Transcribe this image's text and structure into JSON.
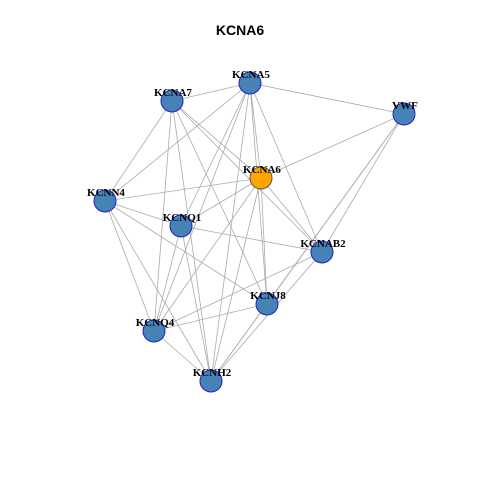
{
  "title": "KCNA6",
  "colors": {
    "default_node_fill": "#4682B4",
    "default_node_stroke": "#1F1FCC",
    "center_node_fill": "#FFA500",
    "center_node_stroke": "#555555",
    "edge": "#AAAAAA"
  },
  "nodes": [
    {
      "id": "KCNA5",
      "label": "KCNA5",
      "highlight": false
    },
    {
      "id": "KCNA7",
      "label": "KCNA7",
      "highlight": false
    },
    {
      "id": "VWF",
      "label": "VWF",
      "highlight": false
    },
    {
      "id": "KCNA6",
      "label": "KCNA6",
      "highlight": true
    },
    {
      "id": "KCNN4",
      "label": "KCNN4",
      "highlight": false
    },
    {
      "id": "KCNQ1",
      "label": "KCNQ1",
      "highlight": false
    },
    {
      "id": "KCNAB2",
      "label": "KCNAB2",
      "highlight": false
    },
    {
      "id": "KCNJ8",
      "label": "KCNJ8",
      "highlight": false
    },
    {
      "id": "KCNQ4",
      "label": "KCNQ4",
      "highlight": false
    },
    {
      "id": "KCNH2",
      "label": "KCNH2",
      "highlight": false
    }
  ],
  "edges": [
    [
      "KCNA5",
      "KCNA7"
    ],
    [
      "KCNA5",
      "VWF"
    ],
    [
      "KCNA5",
      "KCNA6"
    ],
    [
      "KCNA5",
      "KCNN4"
    ],
    [
      "KCNA5",
      "KCNQ1"
    ],
    [
      "KCNA5",
      "KCNAB2"
    ],
    [
      "KCNA5",
      "KCNJ8"
    ],
    [
      "KCNA5",
      "KCNQ4"
    ],
    [
      "KCNA5",
      "KCNH2"
    ],
    [
      "KCNA7",
      "KCNA6"
    ],
    [
      "KCNA7",
      "KCNN4"
    ],
    [
      "KCNA7",
      "KCNAB2"
    ],
    [
      "KCNA7",
      "KCNJ8"
    ],
    [
      "KCNA7",
      "KCNQ4"
    ],
    [
      "KCNA7",
      "KCNH2"
    ],
    [
      "VWF",
      "KCNA6"
    ],
    [
      "VWF",
      "KCNAB2"
    ],
    [
      "VWF",
      "KCNJ8"
    ],
    [
      "VWF",
      "KCNH2"
    ],
    [
      "KCNA6",
      "KCNN4"
    ],
    [
      "KCNA6",
      "KCNQ1"
    ],
    [
      "KCNA6",
      "KCNAB2"
    ],
    [
      "KCNA6",
      "KCNJ8"
    ],
    [
      "KCNA6",
      "KCNQ4"
    ],
    [
      "KCNA6",
      "KCNH2"
    ],
    [
      "KCNN4",
      "KCNQ1"
    ],
    [
      "KCNN4",
      "KCNJ8"
    ],
    [
      "KCNN4",
      "KCNQ4"
    ],
    [
      "KCNN4",
      "KCNH2"
    ],
    [
      "KCNQ1",
      "KCNAB2"
    ],
    [
      "KCNQ1",
      "KCNQ4"
    ],
    [
      "KCNQ1",
      "KCNH2"
    ],
    [
      "KCNAB2",
      "KCNQ4"
    ],
    [
      "KCNAB2",
      "KCNH2"
    ],
    [
      "KCNJ8",
      "KCNQ4"
    ],
    [
      "KCNJ8",
      "KCNH2"
    ],
    [
      "KCNQ4",
      "KCNH2"
    ]
  ]
}
